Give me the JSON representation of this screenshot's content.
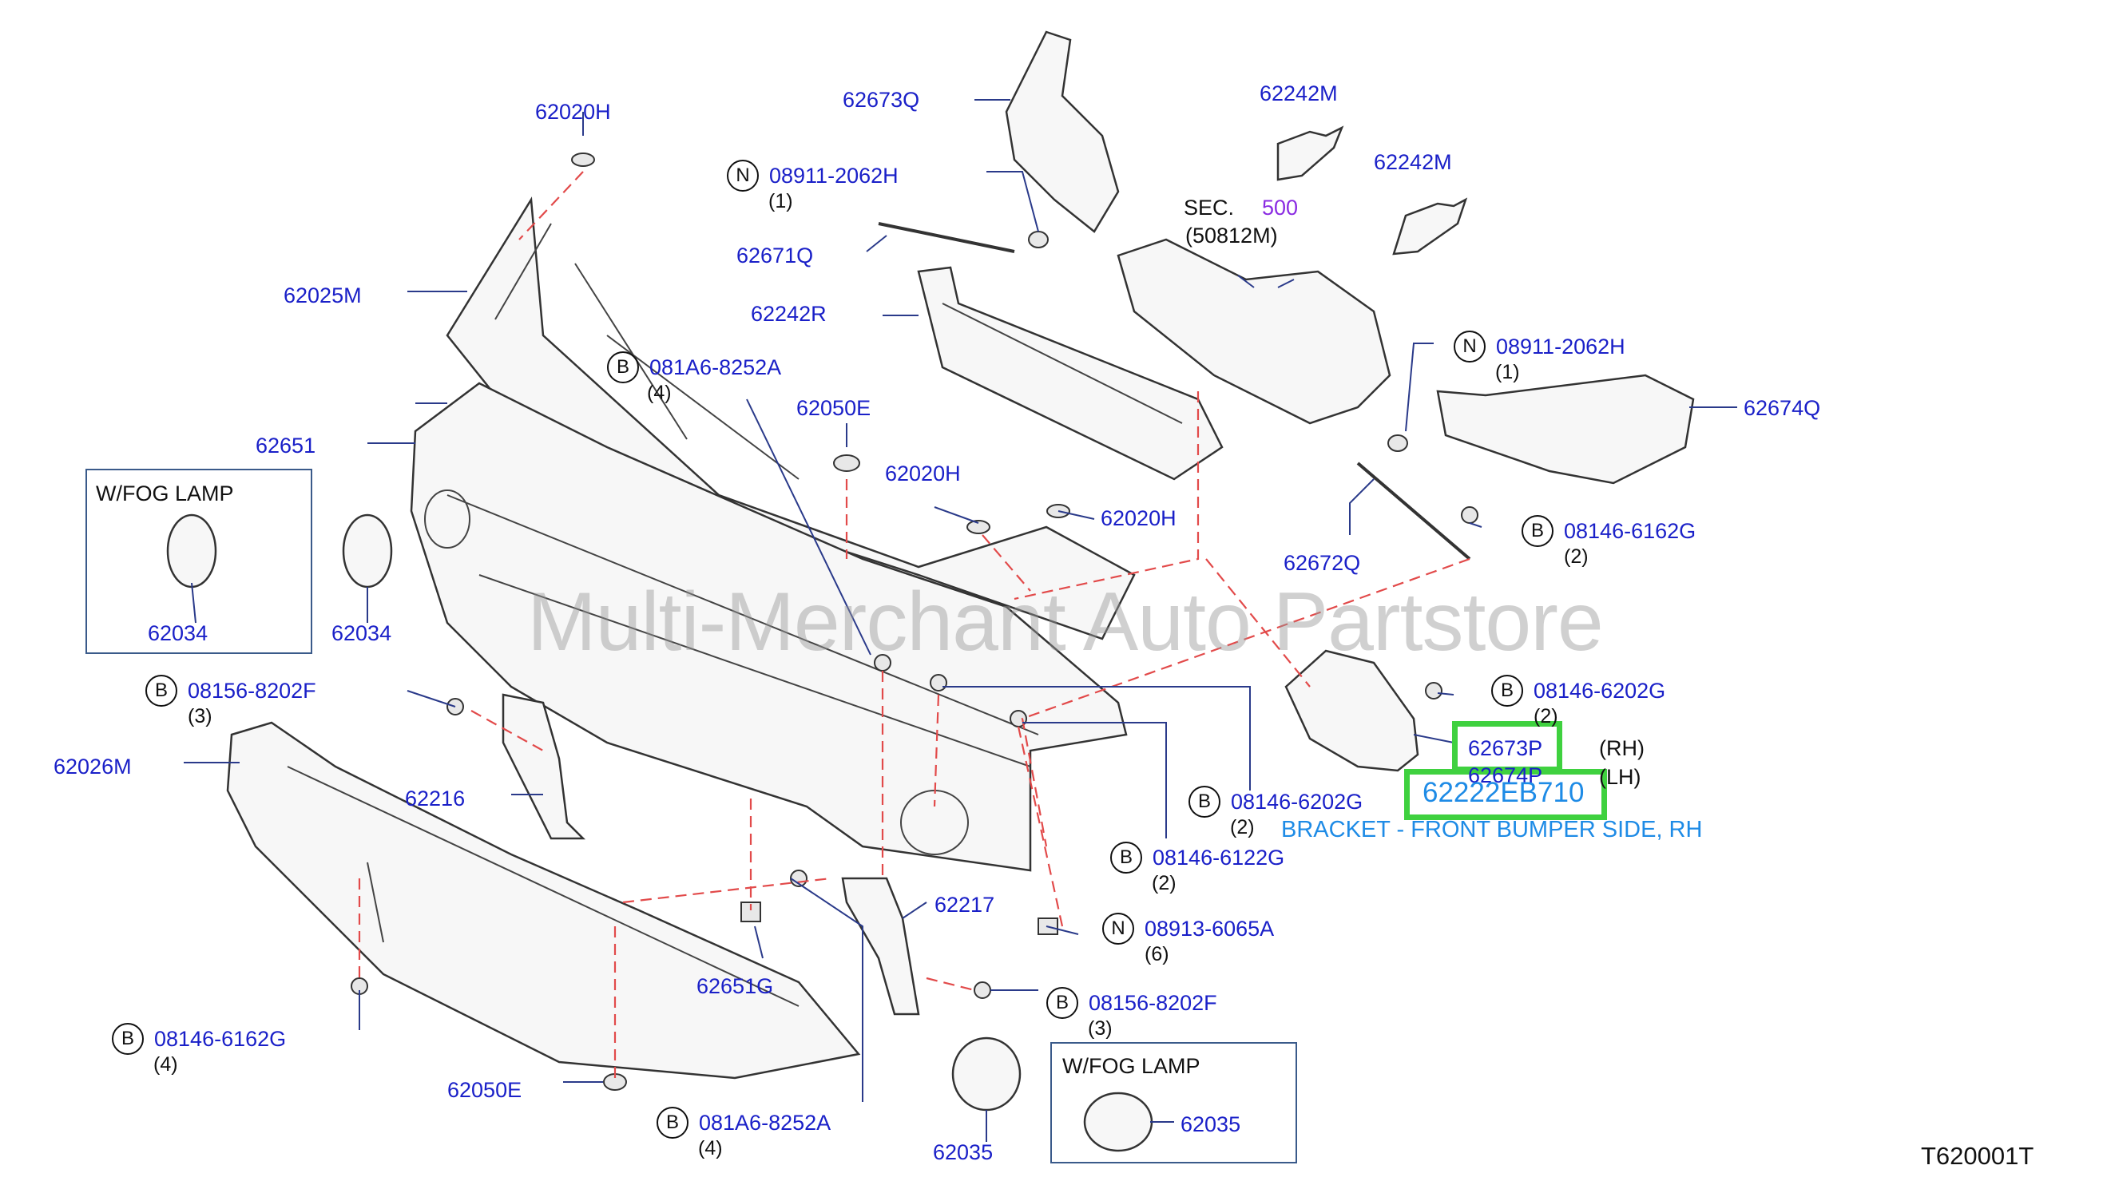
{
  "watermark": "Multi-Merchant Auto Partstore",
  "diagram_code": "T620001T",
  "sec": {
    "label": "SEC.",
    "number": "500",
    "sub": "(50812M)"
  },
  "fog_box_label": "W/FOG   LAMP",
  "highlight": {
    "part": "62222EB710",
    "description": "BRACKET - FRONT BUMPER SIDE, RH"
  },
  "rh": "(RH)",
  "lh": "(LH)",
  "callouts": {
    "p62020H_top": "62020H",
    "p62673Q": "62673Q",
    "p62242M_a": "62242M",
    "p62242M_b": "62242M",
    "p08911_a": "08911-2062H",
    "q08911_a": "(1)",
    "p62671Q": "62671Q",
    "p62025M": "62025M",
    "p62242R": "62242R",
    "p081A6_a": "081A6-8252A",
    "q081A6_a": "(4)",
    "p08911_b": "08911-2062H",
    "q08911_b": "(1)",
    "p62674Q": "62674Q",
    "p62050E_a": "62050E",
    "p62651": "62651",
    "p62020H_b": "62020H",
    "p62020H_c": "62020H",
    "p62672Q": "62672Q",
    "p08146_6162G_a": "08146-6162G",
    "q08146_6162G_a": "(2)",
    "p62034_box": "62034",
    "p62034": "62034",
    "p08156_a": "08156-8202F",
    "q08156_a": "(3)",
    "p08146_6202G_a": "08146-6202G",
    "q08146_6202G_a": "(2)",
    "p62673P": "62673P",
    "p62674P": "62674P",
    "p62026M": "62026M",
    "p62216": "62216",
    "p08146_6202G_b": "08146-6202G",
    "q08146_6202G_b": "(2)",
    "p08146_6122G": "08146-6122G",
    "q08146_6122G": "(2)",
    "p62217": "62217",
    "p08913": "08913-6065A",
    "q08913": "(6)",
    "p62651G": "62651G",
    "p08156_b": "08156-8202F",
    "q08156_b": "(3)",
    "p08146_6162G_b": "08146-6162G",
    "q08146_6162G_b": "(4)",
    "p62050E_b": "62050E",
    "p081A6_b": "081A6-8252A",
    "q081A6_b": "(4)",
    "p62035": "62035",
    "p62035_box": "62035"
  },
  "circles": {
    "N": "N",
    "B": "B"
  }
}
